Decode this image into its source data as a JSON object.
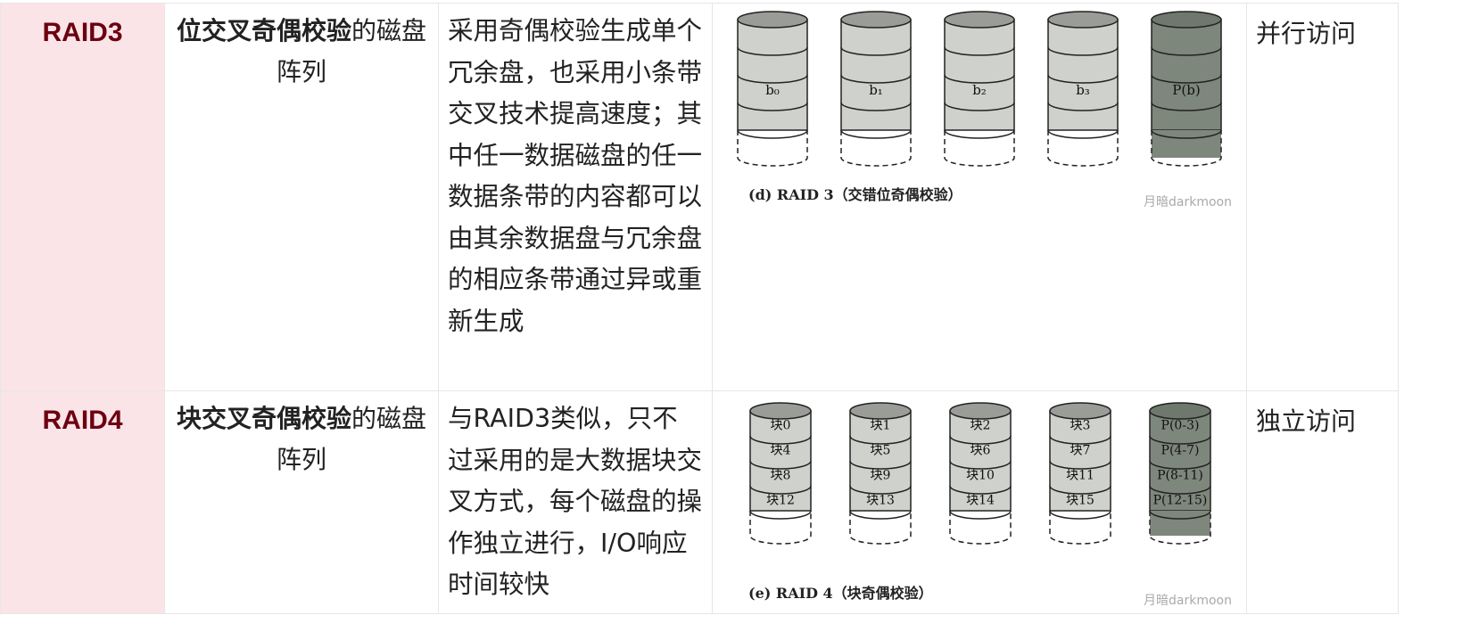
{
  "rows": [
    {
      "level": "RAID3",
      "name_bold": "位交叉奇偶校验",
      "name_rest": "的磁盘阵列",
      "description": "采用奇偶校验生成单个冗余盘，也采用小条带交叉技术提高速度；其中任一数据磁盘的任一数据条带的内容都可以由其余数据盘与冗余盘的相应条带通过异或重新生成",
      "access": "并行访问",
      "figure": {
        "caption": "(d)  RAID 3（交错位奇偶校验）",
        "watermark": "月暗darkmoon",
        "disks": [
          [
            "",
            "",
            "b₀",
            ""
          ],
          [
            "",
            "",
            "b₁",
            ""
          ],
          [
            "",
            "",
            "b₂",
            ""
          ],
          [
            "",
            "",
            "b₃",
            ""
          ],
          [
            "",
            "",
            "P(b)",
            ""
          ]
        ]
      }
    },
    {
      "level": "RAID4",
      "name_bold": "块交叉奇偶校验",
      "name_rest": "的磁盘阵列",
      "description": "与RAID3类似，只不过采用的是大数据块交叉方式，每个磁盘的操作独立进行，I/O响应时间较快",
      "access": "独立访问",
      "figure": {
        "caption": "(e)  RAID 4（块奇偶校验）",
        "watermark": "月暗darkmoon",
        "disks": [
          [
            "块0",
            "块4",
            "块8",
            "块12"
          ],
          [
            "块1",
            "块5",
            "块9",
            "块13"
          ],
          [
            "块2",
            "块6",
            "块10",
            "块14"
          ],
          [
            "块3",
            "块7",
            "块11",
            "块15"
          ],
          [
            "P(0-3)",
            "P(4-7)",
            "P(8-11)",
            "P(12-15)"
          ]
        ]
      }
    }
  ],
  "colors": {
    "level_text": "#6b0010",
    "level_bg": "#fbe4e8",
    "disk_fill": "#cfd1cc",
    "parity_fill": "#7e877c"
  }
}
